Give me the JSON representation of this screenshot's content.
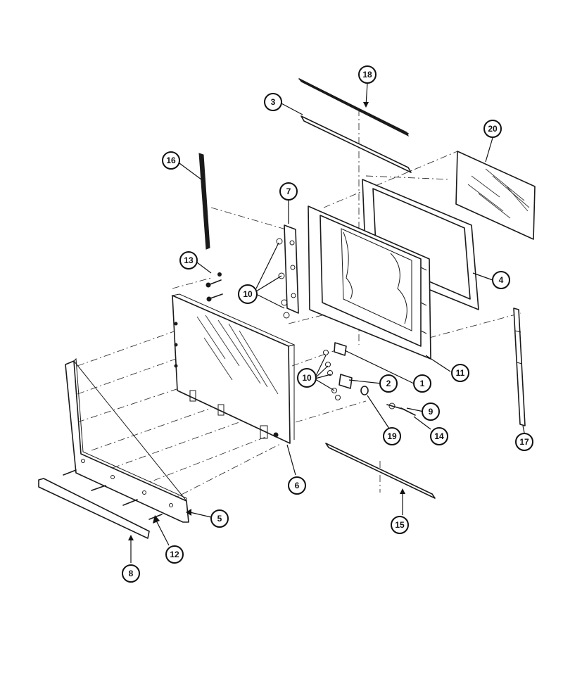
{
  "diagram": {
    "callouts": [
      {
        "id": "c1",
        "label": "1"
      },
      {
        "id": "c2",
        "label": "2"
      },
      {
        "id": "c3",
        "label": "3"
      },
      {
        "id": "c4",
        "label": "4"
      },
      {
        "id": "c5",
        "label": "5"
      },
      {
        "id": "c6",
        "label": "6"
      },
      {
        "id": "c7",
        "label": "7"
      },
      {
        "id": "c8",
        "label": "8"
      },
      {
        "id": "c9",
        "label": "9"
      },
      {
        "id": "c10a",
        "label": "10"
      },
      {
        "id": "c10b",
        "label": "10"
      },
      {
        "id": "c11",
        "label": "11"
      },
      {
        "id": "c12",
        "label": "12"
      },
      {
        "id": "c13",
        "label": "13"
      },
      {
        "id": "c14",
        "label": "14"
      },
      {
        "id": "c15",
        "label": "15"
      },
      {
        "id": "c16",
        "label": "16"
      },
      {
        "id": "c17",
        "label": "17"
      },
      {
        "id": "c18",
        "label": "18"
      },
      {
        "id": "c19",
        "label": "19"
      },
      {
        "id": "c20",
        "label": "20"
      }
    ]
  }
}
